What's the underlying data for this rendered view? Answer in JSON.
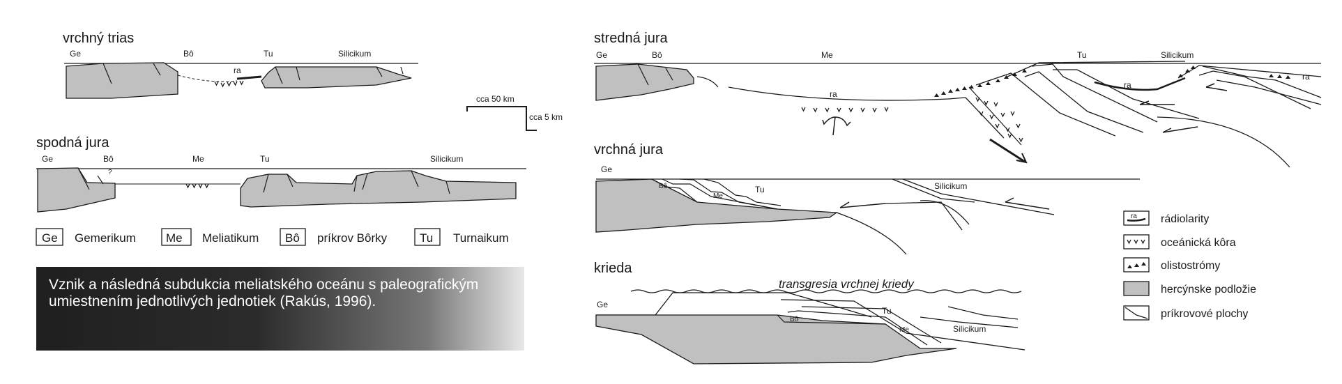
{
  "panels": {
    "vrchny_trias": {
      "title": "vrchný trias",
      "ge": "Ge",
      "bo": "Bô",
      "tu": "Tu",
      "silicikum": "Silicikum",
      "ra": "ra"
    },
    "spodna_jura": {
      "title": "spodná jura",
      "ge": "Ge",
      "bo": "Bô",
      "q": "?",
      "me": "Me",
      "tu": "Tu",
      "silicikum": "Silicikum"
    },
    "stredna_jura": {
      "title": "stredná jura",
      "ge": "Ge",
      "bo": "Bô",
      "me": "Me",
      "tu": "Tu",
      "silicikum": "Silicikum",
      "ra1": "ra",
      "ra2": "ra",
      "ra3": "ra"
    },
    "vrchna_jura": {
      "title": "vrchná jura",
      "ge": "Ge",
      "bo": "Bô",
      "me": "Me",
      "tu": "Tu",
      "silicikum": "Silicikum"
    },
    "krieda": {
      "title": "krieda",
      "ge": "Ge",
      "bo": "Bô",
      "me": "Me",
      "tu": "Tu",
      "silicikum": "Silicikum",
      "transgresia": "transgresia vrchnej kriedy"
    }
  },
  "scale": {
    "horizontal": "cca 50 km",
    "vertical": "cca 5 km"
  },
  "units_legend": [
    {
      "abbr": "Ge",
      "name": "Gemerikum"
    },
    {
      "abbr": "Me",
      "name": "Meliatikum"
    },
    {
      "abbr": "Bô",
      "name": "príkrov Bôrky"
    },
    {
      "abbr": "Tu",
      "name": "Turnaikum"
    }
  ],
  "symbol_legend": [
    {
      "icon": "radiolarite-icon",
      "label": "rádiolarity",
      "sym": "ra"
    },
    {
      "icon": "oceanic-crust-icon",
      "label": "oceánická kôra"
    },
    {
      "icon": "olistostrome-icon",
      "label": "olistostrómy"
    },
    {
      "icon": "basement-swatch-icon",
      "label": "hercýnske podložie",
      "color": "#c0c0c0"
    },
    {
      "icon": "thrust-plane-icon",
      "label": "príkrovové plochy"
    }
  ],
  "caption": "Vznik a následná subdukcia meliatského oceánu s paleografickým umiestnením jednotlivých jednotiek (Rakús, 1996).",
  "colors": {
    "basement": "#c0c0c0",
    "line": "#1a1a1a"
  }
}
